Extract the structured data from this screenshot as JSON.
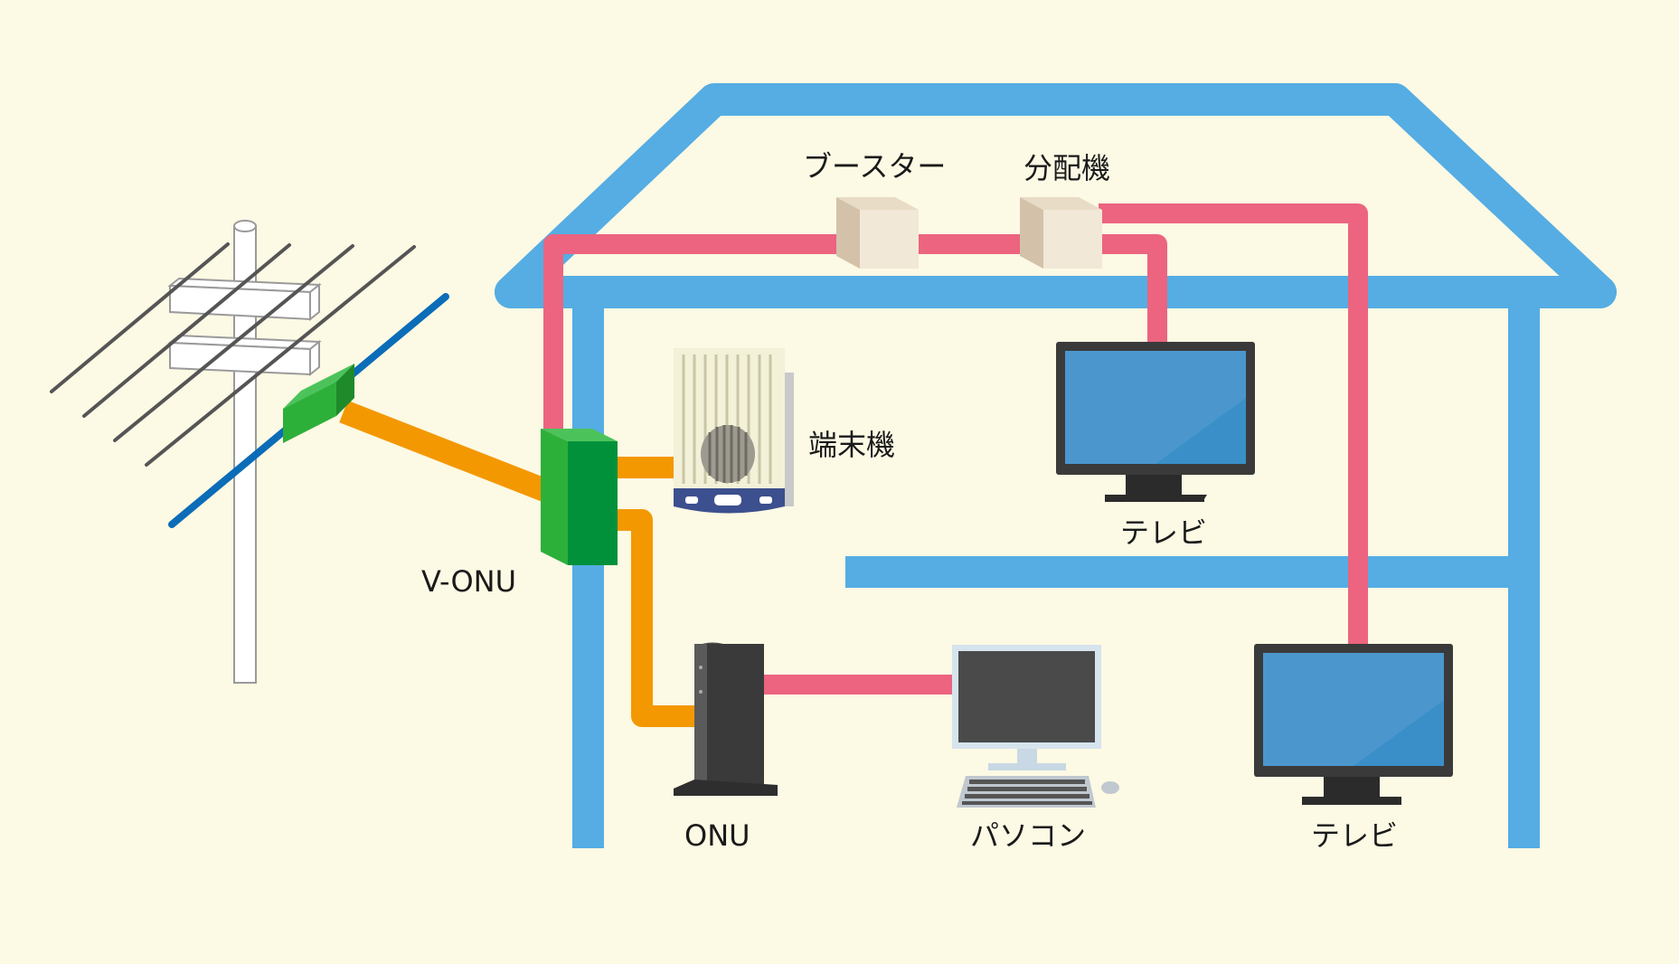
{
  "labels": {
    "booster": "ブースター",
    "splitter": "分配機",
    "terminal": "端末機",
    "tv_upper": "テレビ",
    "v_onu": "V-ONU",
    "onu": "ONU",
    "pc": "パソコン",
    "tv_lower": "テレビ"
  },
  "colors": {
    "background": "#fcf9e4",
    "house": "#55ade3",
    "coax_cable": "#ec6480",
    "optical_cable": "#f39800",
    "v_onu_green": "#2db03a",
    "antenna_boom": "#0b6cb8",
    "tv_screen": "#3a8fc9"
  }
}
